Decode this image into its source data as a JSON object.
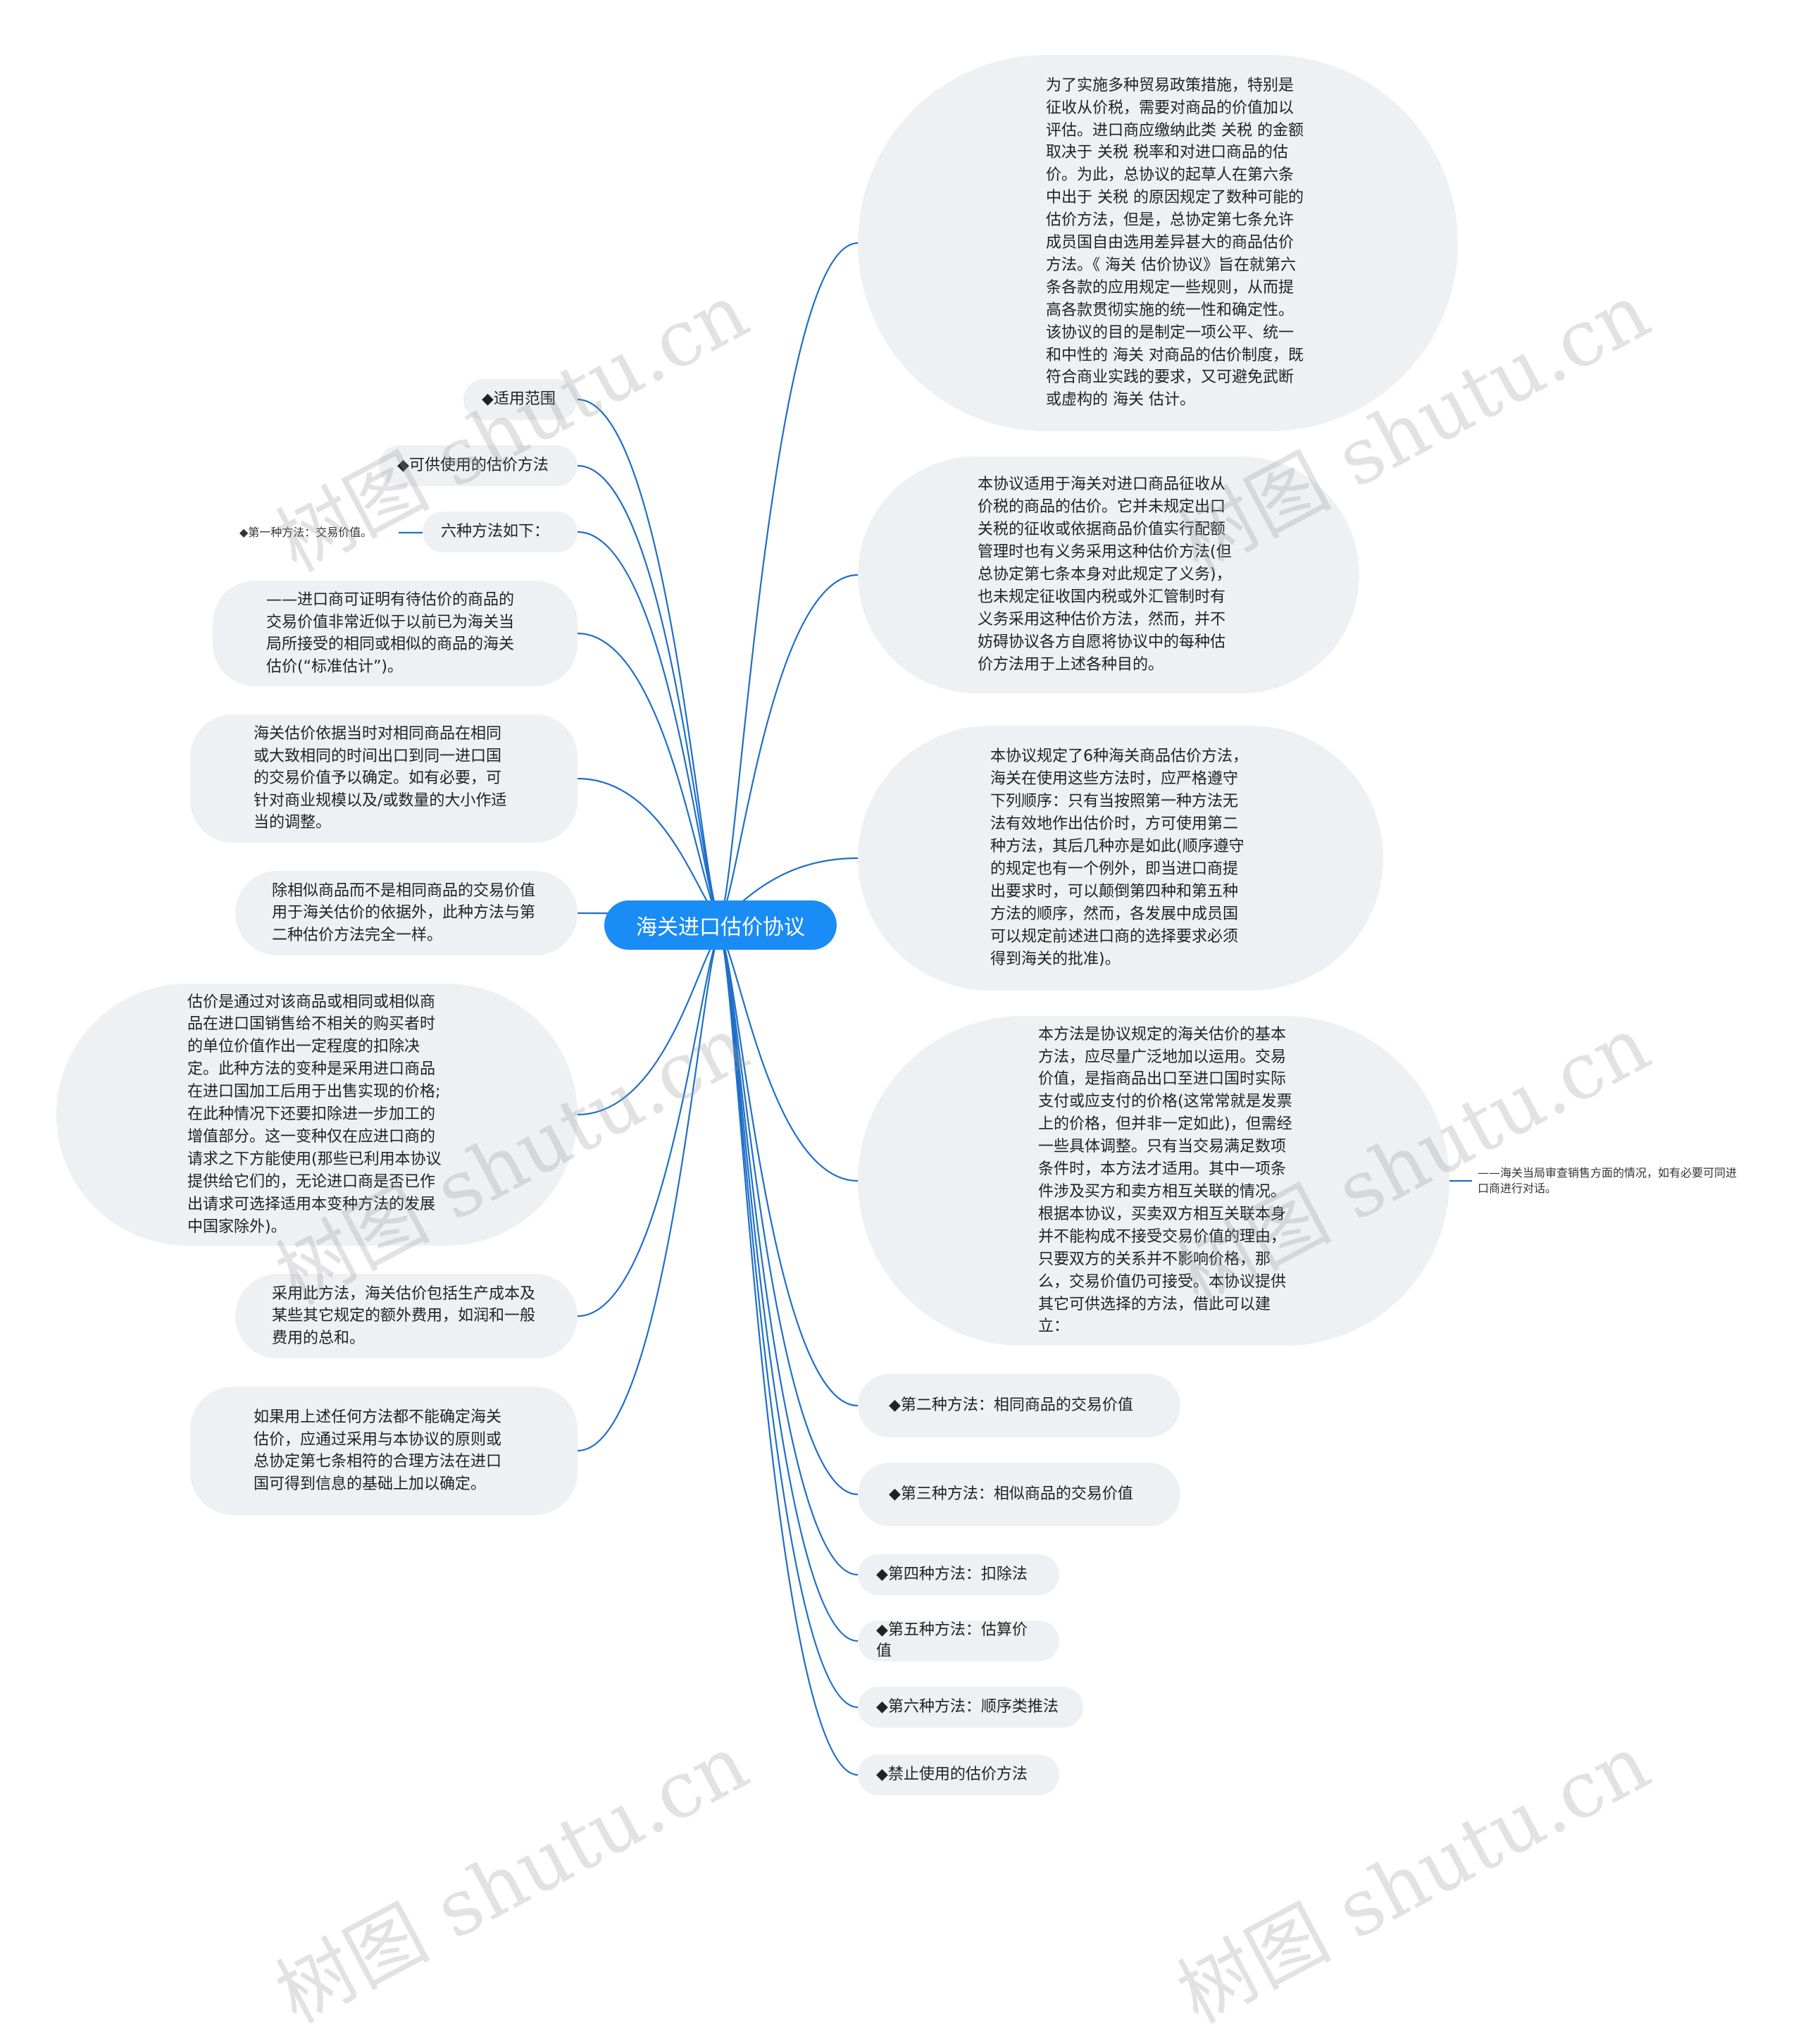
{
  "root": "海关进口估价协议",
  "right_nodes": [
    "为了实施多种贸易政策措施，特别是征收从价税，需要对商品的价值加以评估。进口商应缴纳此类 关税 的金额取决于 关税 税率和对进口商品的估价。为此，总协议的起草人在第六条中出于 关税 的原因规定了数种可能的估价方法，但是，总协定第七条允许成员国自由选用差异甚大的商品估价方法。《 海关 估价协议》旨在就第六条各款的应用规定一些规则，从而提高各款贯彻实施的统一性和确定性。该协议的目的是制定一项公平、统一和中性的 海关 对商品的估价制度，既符合商业实践的要求，又可避免武断或虚构的 海关 估计。",
    "本协议适用于海关对进口商品征收从价税的商品的估价。它并未规定出口关税的征收或依据商品价值实行配额管理时也有义务采用这种估价方法(但总协定第七条本身对此规定了义务)，也未规定征收国内税或外汇管制时有义务采用这种估价方法，然而，并不妨碍协议各方自愿将协议中的每种估价方法用于上述各种目的。",
    "本协议规定了6种海关商品估价方法，海关在使用这些方法时，应严格遵守下列顺序：只有当按照第一种方法无法有效地作出估价时，方可使用第二种方法，其后几种亦是如此(顺序遵守的规定也有一个例外，即当进口商提出要求时，可以颠倒第四种和第五种方法的顺序，然而，各发展中成员国可以规定前述进口商的选择要求必须得到海关的批准)。",
    "本方法是协议规定的海关估价的基本方法，应尽量广泛地加以运用。交易价值，是指商品出口至进口国时实际支付或应支付的价格(这常常就是发票上的价格，但并非一定如此)，但需经一些具体调整。只有当交易满足数项条件时，本方法才适用。其中一项条件涉及买方和卖方相互关联的情况。根据本协议，买卖双方相互关联本身并不能构成不接受交易价值的理由，只要双方的关系并不影响价格，那么，交易价值仍可接受。本协议提供其它可供选择的方法，借此可以建立：",
    "◆第二种方法：相同商品的交易价值",
    "◆第三种方法：相似商品的交易价值",
    "◆第四种方法：扣除法",
    "◆第五种方法：估算价值",
    "◆第六种方法：顺序类推法",
    "◆禁止使用的估价方法"
  ],
  "right_child": "——海关当局审查销售方面的情况，如有必要可同进口商进行对话。",
  "left_nodes": [
    "◆适用范围",
    "◆可供使用的估价方法",
    "六种方法如下：",
    "——进口商可证明有待估价的商品的交易价值非常近似于以前已为海关当局所接受的相同或相似的商品的海关估价(“标准估计”)。",
    "海关估价依据当时对相同商品在相同或大致相同的时间出口到同一进口国的交易价值予以确定。如有必要，可针对商业规模以及/或数量的大小作适当的调整。",
    "除相似商品而不是相同商品的交易价值用于海关估价的依据外，此种方法与第二种估价方法完全一样。",
    "估价是通过对该商品或相同或相似商品在进口国销售给不相关的购买者时的单位价值作出一定程度的扣除决定。此种方法的变种是采用进口商品在进口国加工后用于出售实现的价格;在此种情况下还要扣除进一步加工的增值部分。这一变种仅在应进口商的请求之下方能使用(那些已利用本协议提供给它们的，无论进口商是否已作出请求可选择适用本变种方法的发展中国家除外)。",
    "采用此方法，海关估价包括生产成本及某些其它规定的额外费用，如润和一般费用的总和。",
    "如果用上述任何方法都不能确定海关估价，应通过采用与本协议的原则或总协定第七条相符的合理方法在进口国可得到信息的基础上加以确定。"
  ],
  "left_child": "◆第一种方法：交易价值。",
  "watermark": "树图 shutu.cn",
  "colors": {
    "link": "#1f6fc8",
    "root": "#1a8cf5",
    "node": "#eef0f3"
  }
}
